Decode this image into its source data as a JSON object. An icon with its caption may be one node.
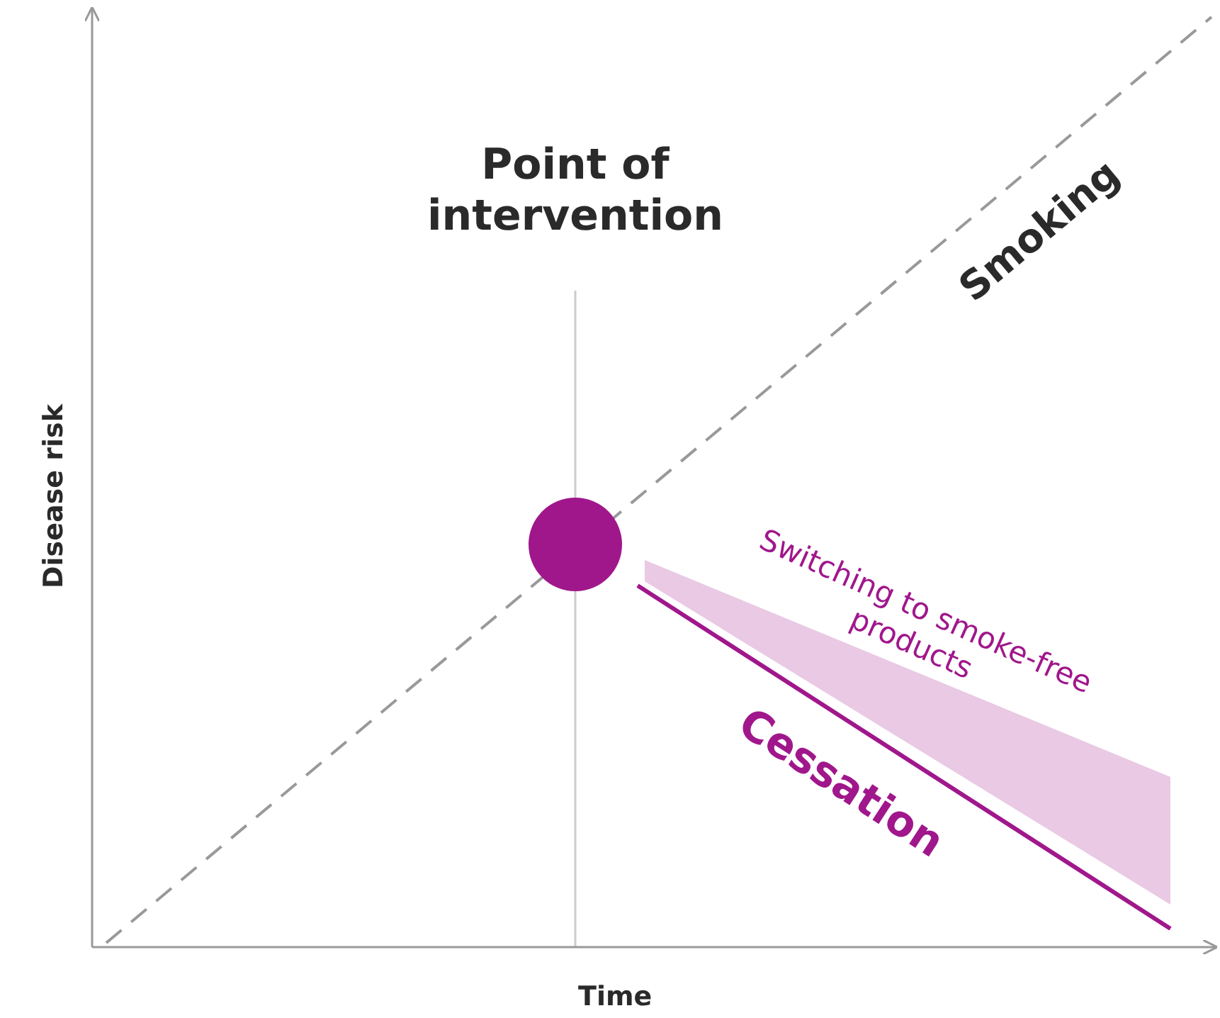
{
  "diagram": {
    "labels": [
      "Point of intervention",
      "Smoking",
      "Disease risk",
      "Switching to smoke-free products",
      "Cessation",
      "Time"
    ]
  }
}
